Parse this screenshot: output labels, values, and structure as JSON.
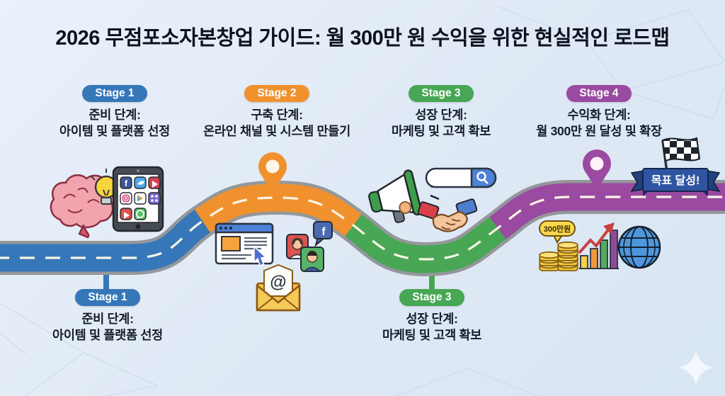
{
  "title": "2026 무점포소자본창업 가이드: 월 300만 원 수익을 위한 현실적인 로드맵",
  "stages_top": [
    {
      "label": "Stage 1",
      "desc1": "준비 단계:",
      "desc2": "아이템 및 플랫폼 선정"
    },
    {
      "label": "Stage 2",
      "desc1": "구축 단계:",
      "desc2": "온라인 채널 및 시스템 만들기"
    },
    {
      "label": "Stage 3",
      "desc1": "성장 단계:",
      "desc2": "마케팅 및 고객 확보"
    },
    {
      "label": "Stage 4",
      "desc1": "수익화 단계:",
      "desc2": "월 300만 원 달성 및 확장"
    }
  ],
  "stages_bottom": [
    {
      "label": "Stage 1",
      "desc1": "준비 단계:",
      "desc2": "아이템 및 플랫폼 선정"
    },
    {
      "label": "Stage 3",
      "desc1": "성장 단계:",
      "desc2": "마케팅 및 고객 확보"
    }
  ],
  "banner": {
    "text": "목표 달성!"
  },
  "coins": {
    "bubble_text": "300만원"
  },
  "colors": {
    "background": "#e0eaf5",
    "stage1_blue": "#3577b8",
    "stage2_orange": "#f0912e",
    "stage3_green": "#47a754",
    "stage4_purple": "#9a4aa0",
    "road_border": "#94979b",
    "road_dash": "#fbf5e6",
    "banner_blue": "#2f55a2",
    "title_text": "#0d1220"
  },
  "icons": {
    "stage1": [
      "brain-idea-icon",
      "tablet-apps-icon"
    ],
    "stage2": [
      "browser-window-icon",
      "social-profiles-icon",
      "email-icon"
    ],
    "stage3": [
      "megaphone-icon",
      "search-bar-icon",
      "handshake-icon"
    ],
    "stage4": [
      "checkered-flag-icon",
      "goal-banner",
      "coins-icon",
      "growth-chart-icon",
      "globe-icon"
    ]
  }
}
